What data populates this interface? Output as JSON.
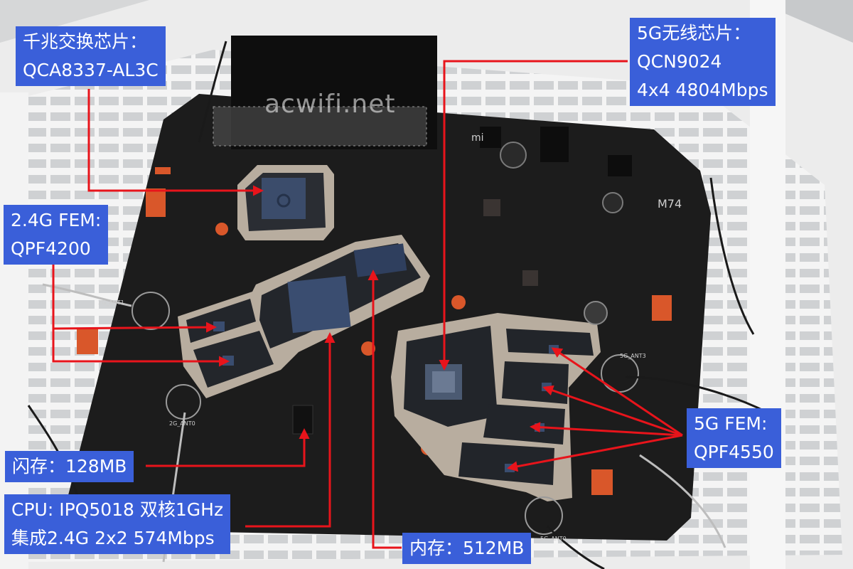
{
  "watermark": "acwifi.net",
  "board": {
    "model_text": "M74",
    "logo_text": "mi"
  },
  "silkscreen": {
    "ant_2g_1": "2G_ANT1",
    "ant_2g_0": "2G_ANT0",
    "ant_5g_3": "5G_ANT3",
    "ant_5g_0": "5G_ANT0"
  },
  "colors": {
    "label_bg": "#3a5fd9",
    "label_text": "#ffffff",
    "arrow": "#e8141b",
    "pcb": "#1c1c1c",
    "shield": "#b8ad9f",
    "housing": "#ececec"
  },
  "annotations": {
    "switch_chip": {
      "lines": [
        "千兆交换芯片：",
        "QCA8337-AL3C"
      ]
    },
    "wifi_5g_chip": {
      "lines": [
        "5G无线芯片：",
        "QCN9024",
        "4x4 4804Mbps"
      ]
    },
    "fem_24g": {
      "lines": [
        "2.4G FEM:",
        "QPF4200"
      ]
    },
    "fem_5g": {
      "lines": [
        "5G FEM:",
        "QPF4550"
      ]
    },
    "flash": {
      "lines": [
        "闪存：128MB"
      ]
    },
    "cpu": {
      "lines": [
        "CPU: IPQ5018 双核1GHz",
        "集成2.4G 2x2 574Mbps"
      ]
    },
    "ram": {
      "lines": [
        "内存：512MB"
      ]
    }
  }
}
